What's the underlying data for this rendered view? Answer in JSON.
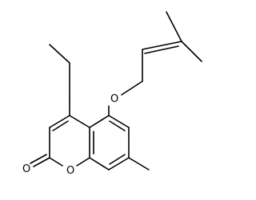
{
  "molecule": {
    "atoms": {
      "ring_oxygen": "O",
      "ether_oxygen": "O",
      "carbonyl_oxygen": "O"
    }
  },
  "colors": {
    "bond": "#000000",
    "background": "#ffffff"
  }
}
